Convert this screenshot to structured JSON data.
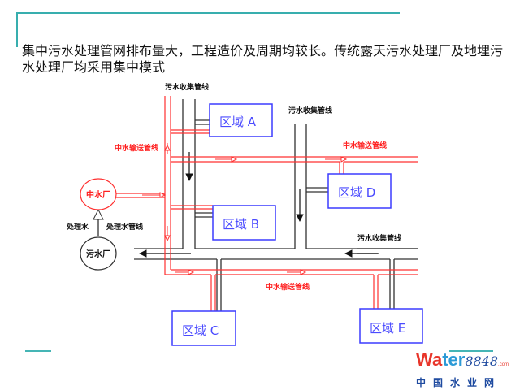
{
  "slide": {
    "title": "集中污水处理管网排布量大，工程造价及周期均较长。传统露天污水处理厂及地埋污水处理厂均采用集中模式"
  },
  "diagram": {
    "labels": {
      "sewage_collection_top_left": "污水收集管线",
      "sewage_collection_top_mid": "污水收集管线",
      "sewage_collection_right": "污水收集管线",
      "reclaimed_delivery_left": "中水输送管线",
      "reclaimed_delivery_right": "中水输送管线",
      "reclaimed_delivery_bottom": "中水输送管线",
      "treated_water": "处理水",
      "treated_water_pipeline": "处理水管线"
    },
    "plants": {
      "reclaimed_plant": "中水厂",
      "sewage_plant": "污水厂"
    },
    "regions": {
      "a": "区域 A",
      "b": "区域 B",
      "c": "区域 C",
      "d": "区域 D",
      "e": "区域 E"
    },
    "colors": {
      "sewage_pipe": "#333333",
      "reclaimed_pipe": "#ff3030",
      "region_border": "#3b3bff",
      "accent": "#38aeae"
    }
  },
  "logo": {
    "brand_w": "Wa",
    "brand_t": "ter",
    "brand_num": "8848",
    "brand_com": ".com",
    "brand_cn": "中国水业网"
  }
}
